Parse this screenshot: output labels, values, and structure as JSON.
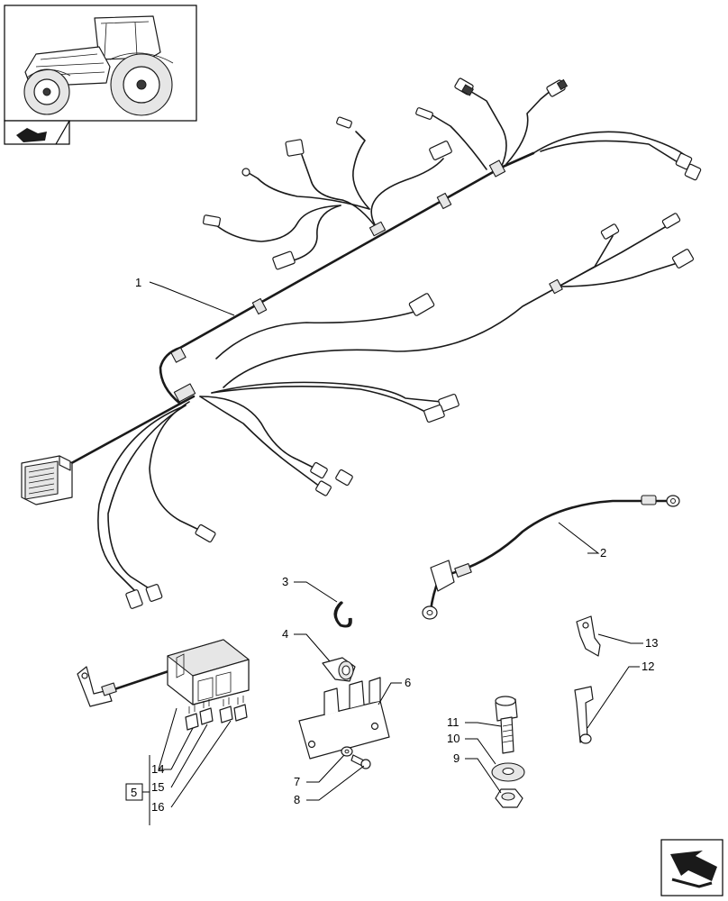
{
  "diagram": {
    "callouts": [
      {
        "id": "1",
        "label": "1"
      },
      {
        "id": "2",
        "label": "2"
      },
      {
        "id": "3",
        "label": "3"
      },
      {
        "id": "4",
        "label": "4"
      },
      {
        "id": "5",
        "label": "5"
      },
      {
        "id": "6",
        "label": "6"
      },
      {
        "id": "7",
        "label": "7"
      },
      {
        "id": "8",
        "label": "8"
      },
      {
        "id": "9",
        "label": "9"
      },
      {
        "id": "10",
        "label": "10"
      },
      {
        "id": "11",
        "label": "11"
      },
      {
        "id": "12",
        "label": "12"
      },
      {
        "id": "13",
        "label": "13"
      },
      {
        "id": "14",
        "label": "14"
      },
      {
        "id": "15",
        "label": "15"
      },
      {
        "id": "16",
        "label": "16"
      }
    ],
    "icons": {
      "thumbnail": "tractor-thumbnail-icon",
      "back": "previous-page-arrow-icon",
      "next": "next-page-arrow-icon"
    },
    "colors": {
      "line": "#1a1a1a",
      "background": "#ffffff"
    }
  }
}
